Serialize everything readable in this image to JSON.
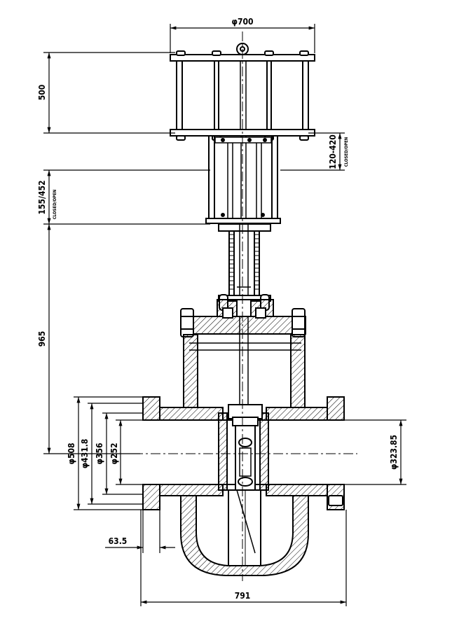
{
  "drawing": {
    "dim_top_diameter": "φ700",
    "dim_actuator_height": "500",
    "dim_stroke_upper": "120-420",
    "note_upper": "CLOSED/OPEN",
    "dim_stroke_lower": "155/452",
    "note_lower": "CLOSED/OPEN",
    "dim_stem_height": "965",
    "dim_flange_od": "φ508",
    "dim_raised_face": "φ431.8",
    "dim_bolt_circle": "φ356",
    "dim_bore": "φ252",
    "dim_pipe_od": "φ323.85",
    "dim_flange_thickness": "63.5",
    "dim_face_to_face": "791"
  },
  "colors": {
    "line": "#000000",
    "hatch": "#000000",
    "background": "#ffffff"
  }
}
